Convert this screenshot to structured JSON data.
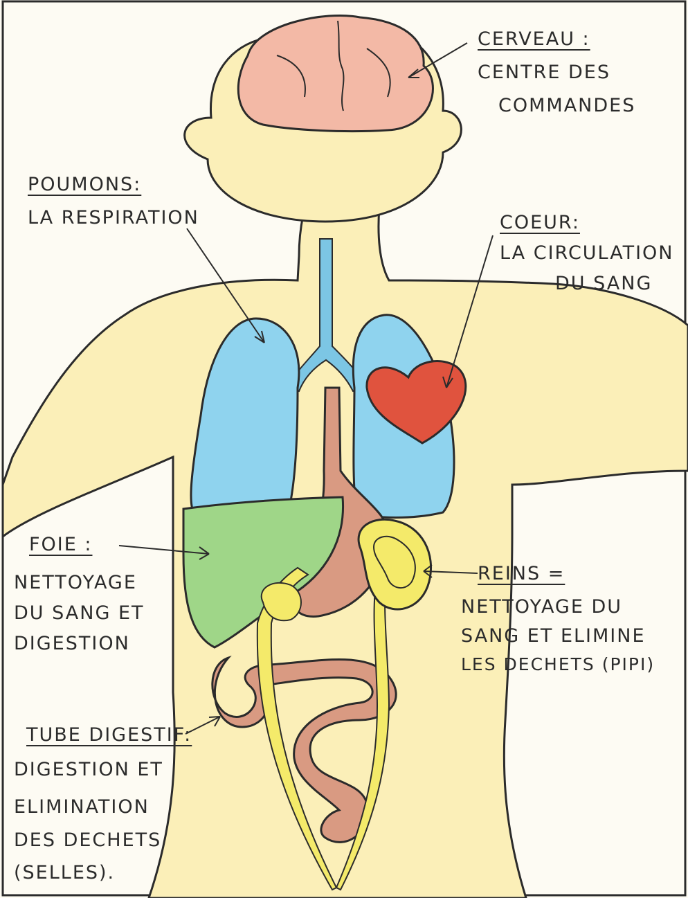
{
  "labels": {
    "brain": {
      "title": "CERVEAU :",
      "lines": [
        "CENTRE DES",
        "COMMANDES"
      ]
    },
    "lungs": {
      "title": "POUMONS:",
      "lines": [
        "LA RESPIRATION"
      ]
    },
    "heart": {
      "title": "COEUR:",
      "lines": [
        "LA CIRCULATION",
        "DU SANG"
      ]
    },
    "liver": {
      "title": "FOIE :",
      "lines": [
        "NETTOYAGE",
        "DU SANG ET",
        "DIGESTION"
      ]
    },
    "kidneys": {
      "title": "REINS =",
      "lines": [
        "NETTOYAGE DU",
        "SANG ET ELIMINE",
        "LES DECHETS (PIPI)"
      ]
    },
    "gut": {
      "title": "TUBE DIGESTIF:",
      "lines": [
        "DIGESTION ET",
        "ELIMINATION",
        "DES DECHETS",
        "(SELLES)."
      ]
    }
  },
  "colors": {
    "skin": "#fbefb8",
    "outline": "#2b2b2b",
    "brain": "#f3b9a6",
    "lungs": "#8fd3ee",
    "heart": "#e0533e",
    "liver": "#9fd688",
    "stomach": "#d99a82",
    "kidneys": "#f4ea6a",
    "trachea": "#7cc6e4"
  }
}
